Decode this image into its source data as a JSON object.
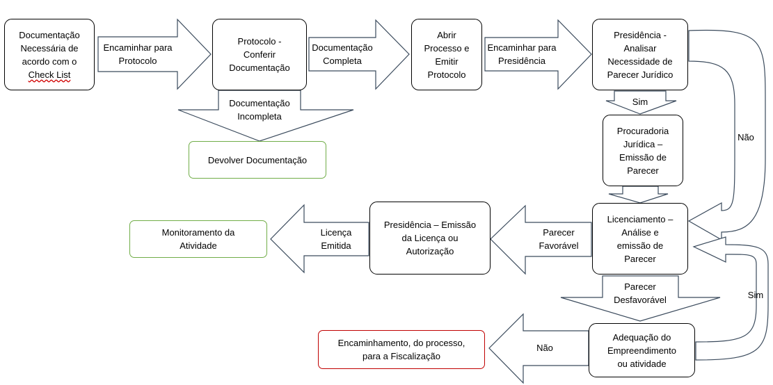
{
  "boxes": {
    "documentacao": [
      "Documentação",
      "Necessária de",
      "acordo com o",
      "Check List"
    ],
    "protocolo": [
      "Protocolo -",
      "Conferir",
      "Documentação"
    ],
    "abrir": [
      "Abrir",
      "Processo e",
      "Emitir",
      "Protocolo"
    ],
    "presidencia_analisar": [
      "Presidência -",
      "Analisar",
      "Necessidade de",
      "Parecer Jurídico"
    ],
    "procuradoria": [
      "Procuradoria",
      "Jurídica –",
      "Emissão de",
      "Parecer"
    ],
    "licenciamento": [
      "Licenciamento –",
      "Análise e",
      "emissão de",
      "Parecer"
    ],
    "presidencia_emissao": [
      "Presidência – Emissão",
      "da Licença ou",
      "Autorização"
    ],
    "monitoramento": [
      "Monitoramento da",
      "Atividade"
    ],
    "devolver": [
      "Devolver Documentação"
    ],
    "adequacao": [
      "Adequação do",
      "Empreendimento",
      "ou atividade"
    ],
    "fiscalizacao": [
      "Encaminhamento, do processo,",
      "para a Fiscalização"
    ]
  },
  "arrows": {
    "encaminhar_protocolo": [
      "Encaminhar para",
      "Protocolo"
    ],
    "documentacao_completa": [
      "Documentação",
      "Completa"
    ],
    "encaminhar_presidencia": [
      "Encaminhar para",
      "Presidência"
    ],
    "documentacao_incompleta": [
      "Documentação",
      "Incompleta"
    ],
    "sim_top": [
      "Sim"
    ],
    "nao_right": [
      "Não"
    ],
    "parecer_favoravel": [
      "Parecer",
      "Favorável"
    ],
    "licenca_emitida": [
      "Licença",
      "Emitida"
    ],
    "parecer_desfavoravel": [
      "Parecer",
      "Desfavorável"
    ],
    "nao_bottom": [
      "Não"
    ],
    "sim_right": [
      "Sim"
    ]
  }
}
